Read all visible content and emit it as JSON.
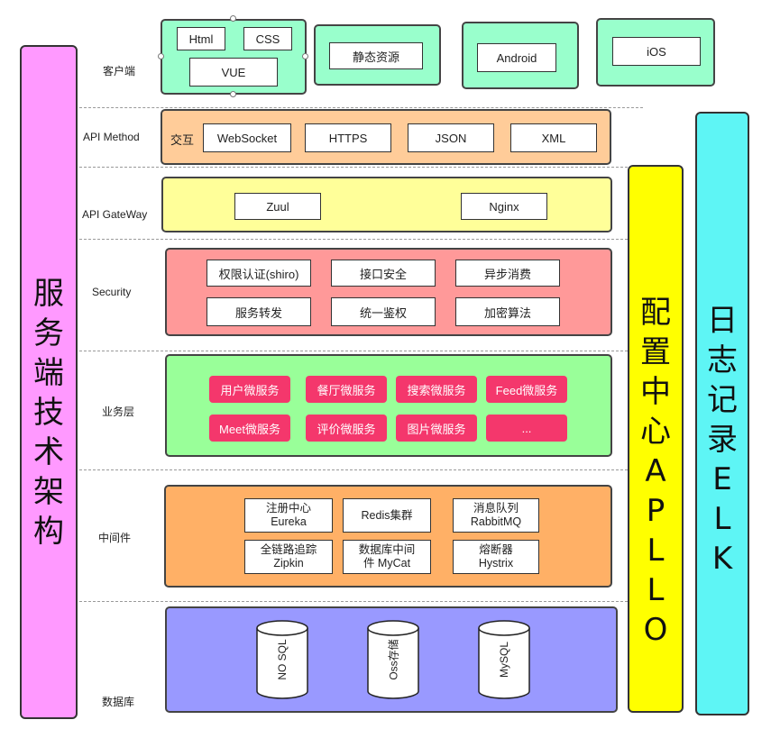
{
  "left_column": {
    "title": "服务端技术架构",
    "color": "#ff99ff"
  },
  "apollo_column": {
    "title": "配置中心APLLO",
    "color": "#ffff00"
  },
  "elk_column": {
    "title": "日志记录ELK",
    "color": "#5ef5f5"
  },
  "layers": {
    "client": {
      "label": "客户端",
      "panel_color": "#99ffcc",
      "items": [
        "Html",
        "CSS",
        "VUE",
        "静态资源",
        "Android",
        "iOS"
      ]
    },
    "api_method": {
      "label": "API Method",
      "panel_color": "#ffcc99",
      "prefix": "交互",
      "items": [
        "WebSocket",
        "HTTPS",
        "JSON",
        "XML"
      ]
    },
    "api_gateway": {
      "label": "API GateWay",
      "panel_color": "#ffff99",
      "items": [
        "Zuul",
        "Nginx"
      ]
    },
    "security": {
      "label": "Security",
      "panel_color": "#ff9999",
      "items": [
        "权限认证(shiro)",
        "接口安全",
        "异步消费",
        "服务转发",
        "统一鉴权",
        "加密算法"
      ]
    },
    "business": {
      "label": "业务层",
      "panel_color": "#99ff99",
      "item_color": "#f4376c",
      "items": [
        "用户微服务",
        "餐厅微服务",
        "搜索微服务",
        "Feed微服务",
        "Meet微服务",
        "评价微服务",
        "图片微服务",
        "..."
      ]
    },
    "middleware": {
      "label": "中间件",
      "panel_color": "#ffb066",
      "items": [
        {
          "line1": "注册中心",
          "line2": "Eureka"
        },
        {
          "line1": "Redis集群",
          "line2": ""
        },
        {
          "line1": "消息队列",
          "line2": "RabbitMQ"
        },
        {
          "line1": "全链路追踪",
          "line2": "Zipkin"
        },
        {
          "line1": "数据库中间",
          "line2": "件 MyCat"
        },
        {
          "line1": "熔断器",
          "line2": "Hystrix"
        }
      ]
    },
    "database": {
      "label": "数据库",
      "panel_color": "#9999ff",
      "items": [
        "NO SQL",
        "Oss存储",
        "MySQL"
      ]
    }
  }
}
